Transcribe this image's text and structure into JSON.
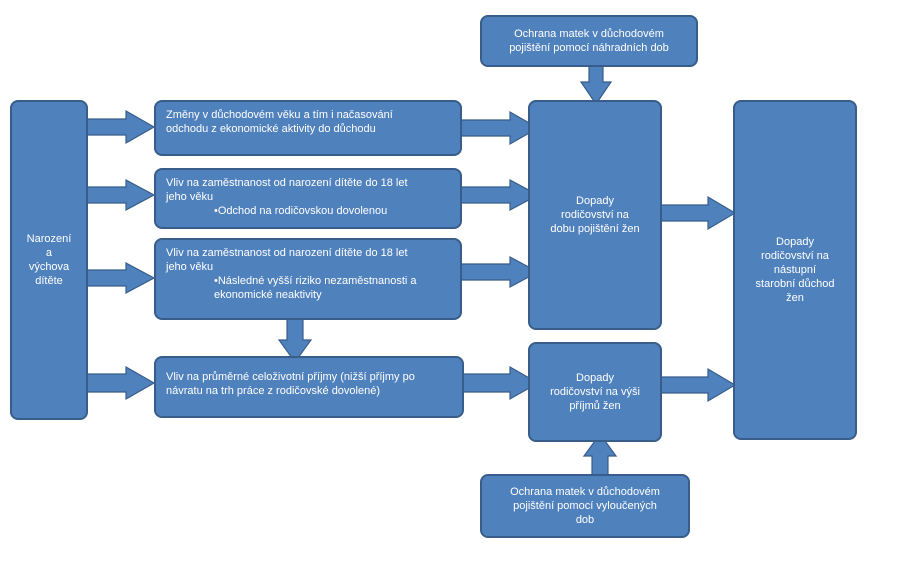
{
  "narozeni": "Narození\na\nvýchova\ndítěte",
  "zmeny": {
    "line1": "Změny v důchodovém věku a tím i načasování",
    "line2": "odchodu z ekonomické  aktivity do důchodu"
  },
  "vliv1": {
    "line1": "Vliv na zaměstnanost od narození dítěte do 18 let",
    "line2": "jeho věku",
    "bullet1": "•Odchod na rodičovskou dovolenou"
  },
  "vliv2": {
    "line1": "Vliv na zaměstnanost od narození dítěte do 18 let",
    "line2": "jeho věku",
    "bullet1": "•Následné vyšší riziko nezaměstnanosti a",
    "bullet2": "ekonomické neaktivity"
  },
  "vliv3": {
    "line1": "Vliv na průměrné celoživotní příjmy (nižší příjmy po",
    "line2": "návratu na trh práce z  rodičovské dovolené)"
  },
  "ochrana_top": "Ochrana matek v důchodovém\npojištění pomocí náhradních dob",
  "ochrana_bottom": "Ochrana matek v důchodovém\npojištění pomocí vyloučených\ndob",
  "dopady_doba": "Dopady\nrodičovství na\ndobu pojištění žen",
  "dopady_prijmy": "Dopady\nrodičovství na výši\npříjmů žen",
  "dopady_duchod": "Dopady\nrodičovství na\nnástupní\nstarobní důchod\nžen"
}
